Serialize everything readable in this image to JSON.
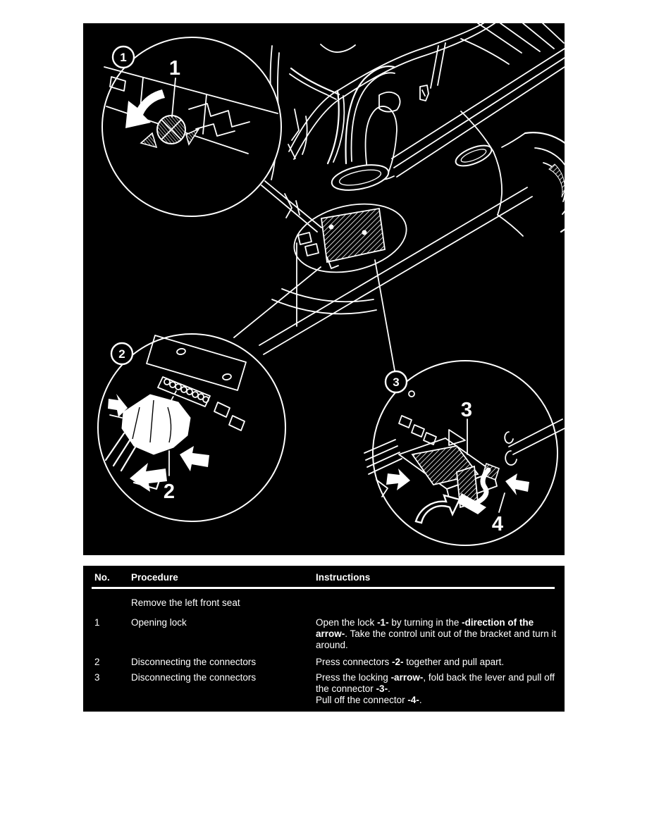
{
  "figure": {
    "colors": {
      "background": "#000000",
      "line": "#ffffff"
    },
    "badges": {
      "b1": "1",
      "b2": "2",
      "b3": "3"
    },
    "labels": {
      "l1": "1",
      "l2": "2",
      "l3": "3",
      "l4": "4"
    }
  },
  "table": {
    "colors": {
      "background": "#000000",
      "text": "#ffffff"
    },
    "headers": {
      "no": "No.",
      "procedure": "Procedure",
      "instructions": "Instructions"
    },
    "rows": [
      {
        "no": "",
        "procedure": "Remove the left front seat",
        "instructions": []
      },
      {
        "no": "1",
        "procedure": "Opening lock",
        "instructions": [
          [
            [
              "Open the lock ",
              0
            ],
            [
              "-1-",
              1
            ],
            [
              " by turning in the ",
              0
            ],
            [
              "-direction of the arrow-",
              1
            ],
            [
              ". Take the control unit out of the bracket and turn it around.",
              0
            ]
          ]
        ]
      },
      {
        "no": "2",
        "procedure": "Disconnecting the connectors",
        "instructions": [
          [
            [
              "Press connectors ",
              0
            ],
            [
              "-2-",
              1
            ],
            [
              " together and pull apart.",
              0
            ]
          ]
        ]
      },
      {
        "no": "3",
        "procedure": "Disconnecting the connectors",
        "instructions": [
          [
            [
              "Press the locking ",
              0
            ],
            [
              "-arrow-",
              1
            ],
            [
              ", fold back the lever and pull off the connector ",
              0
            ],
            [
              "-3-",
              1
            ],
            [
              ".",
              0
            ]
          ],
          [
            [
              "Pull off the connector ",
              0
            ],
            [
              "-4-",
              1
            ],
            [
              ".",
              0
            ]
          ]
        ]
      }
    ]
  }
}
